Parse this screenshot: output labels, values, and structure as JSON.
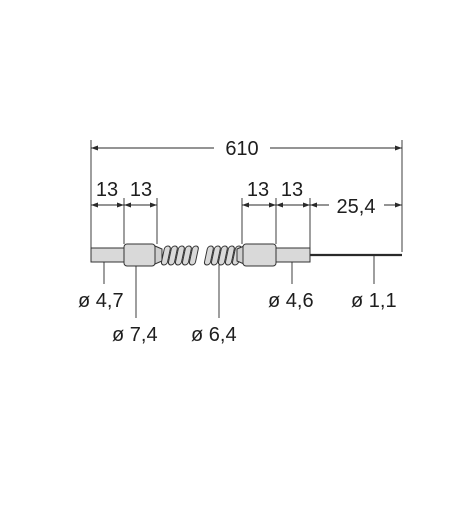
{
  "diagram": {
    "overall_length": "610",
    "segments": {
      "left_1": "13",
      "left_2": "13",
      "right_1": "13",
      "right_2": "13",
      "tip": "25,4"
    },
    "diameters": {
      "left_tube": "ø 4,7",
      "left_collar": "ø 7,4",
      "spiral_armor": "ø 6,4",
      "right_tube": "ø 4,6",
      "fiber": "ø 1,1"
    },
    "colors": {
      "part_fill": "#d9d9d9",
      "line": "#2a2a2a"
    }
  }
}
